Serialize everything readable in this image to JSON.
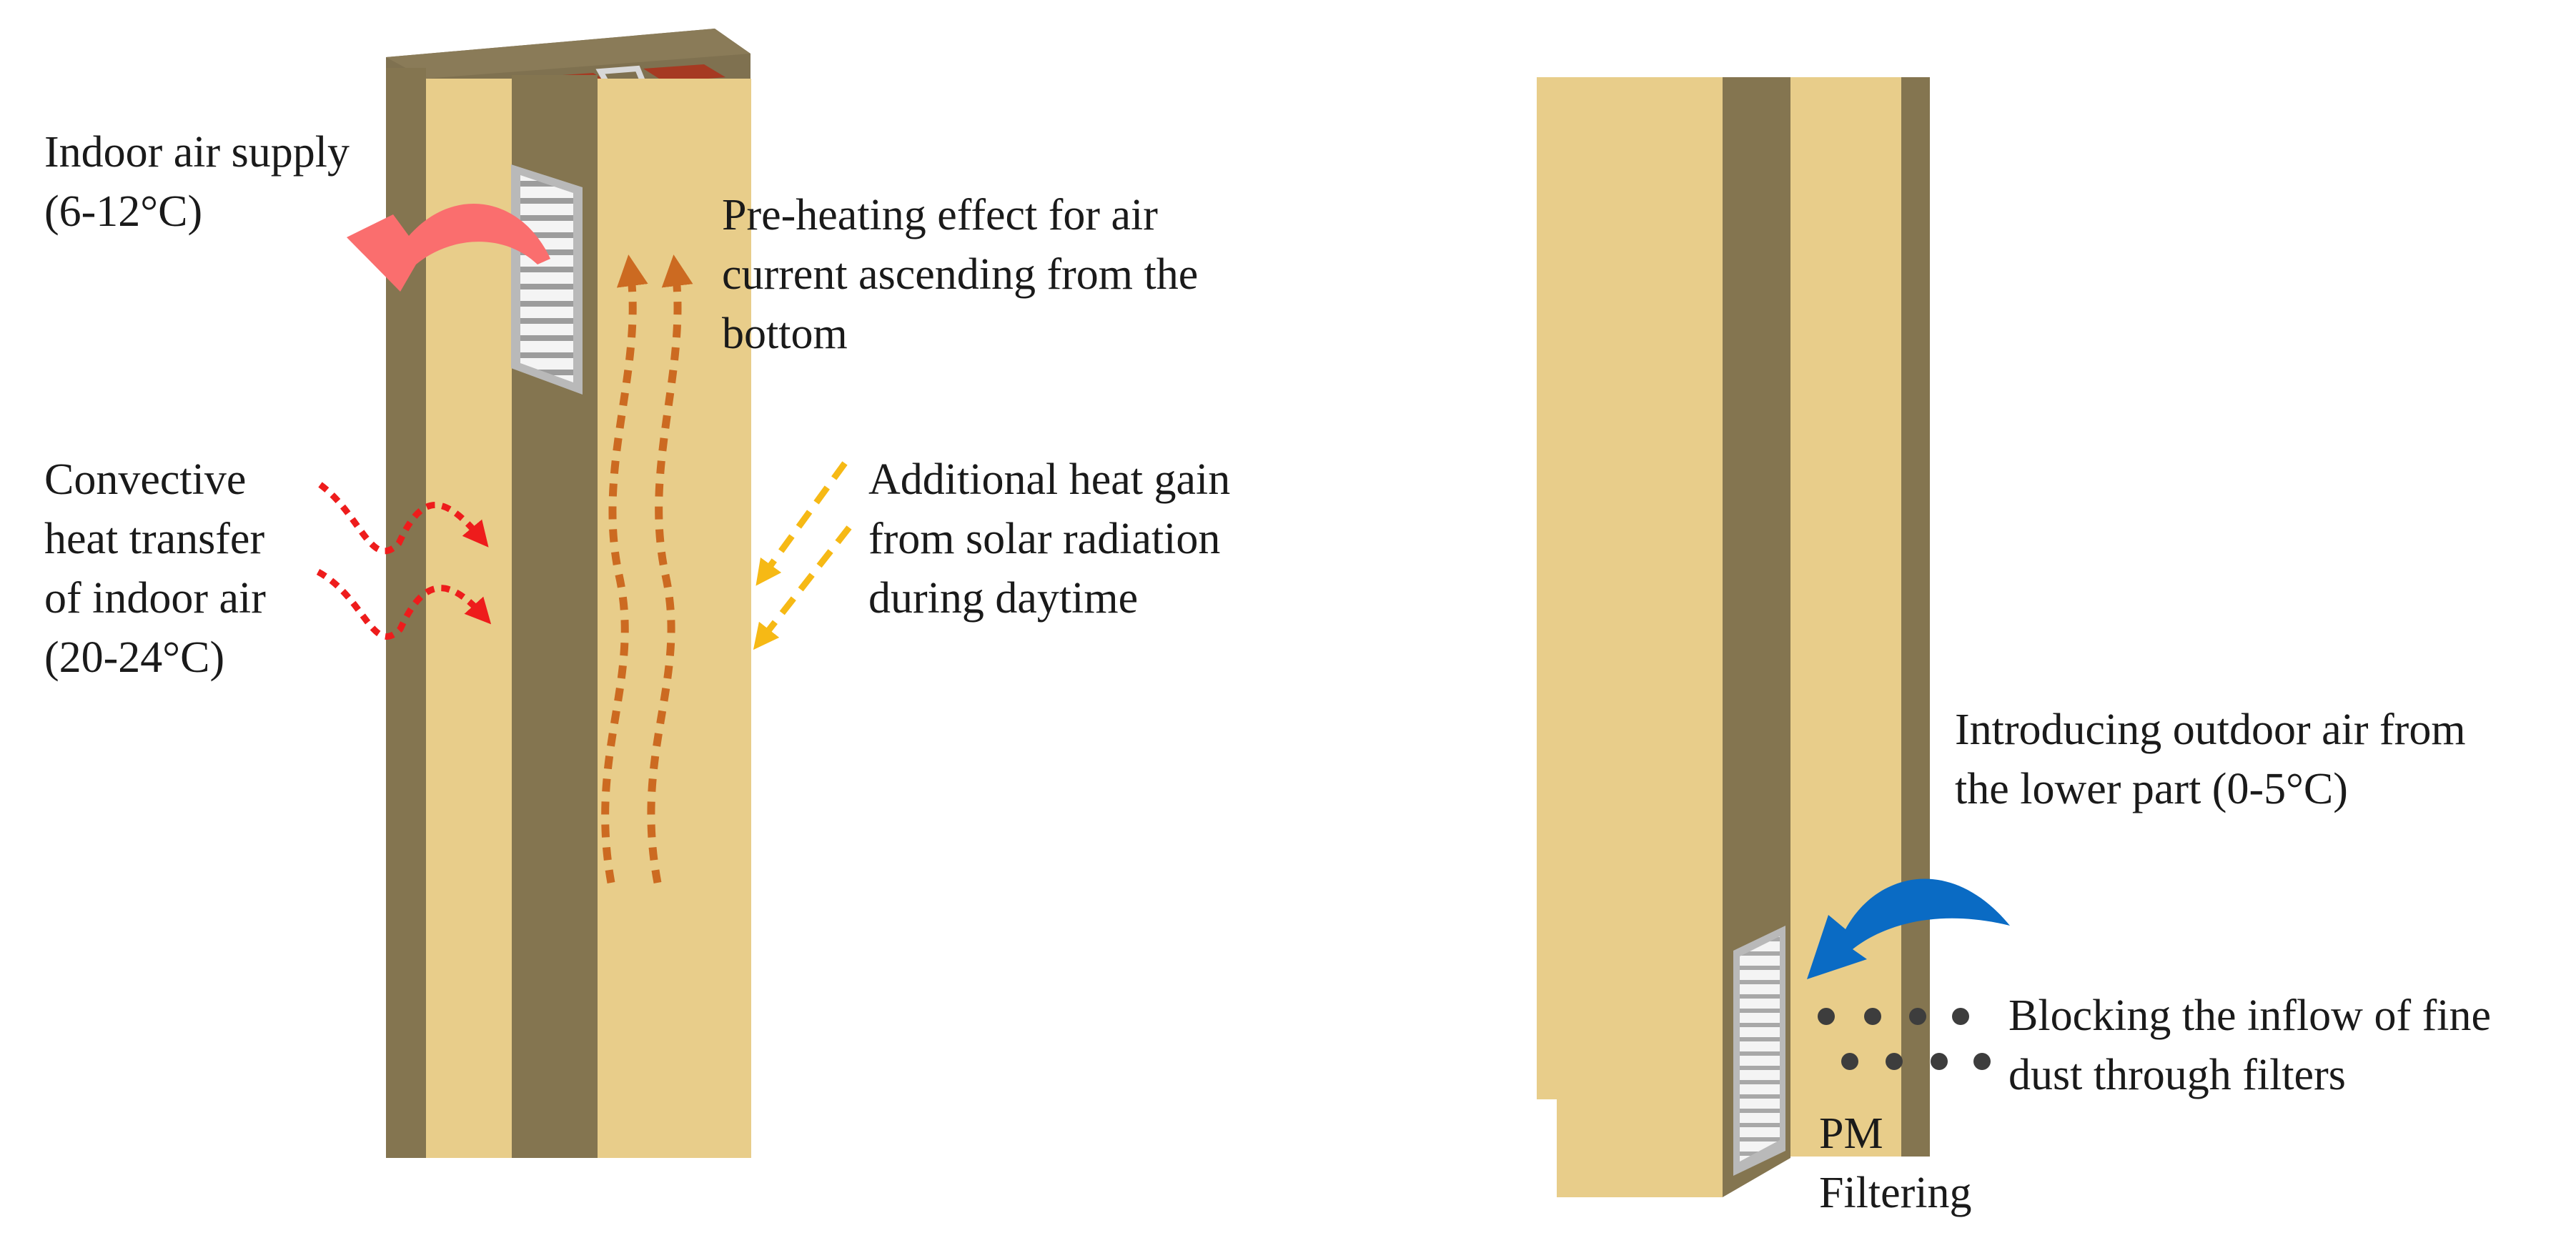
{
  "labels": {
    "indoor_supply": "Indoor air supply\n(6-12°C)",
    "preheating": "Pre-heating effect for air\ncurrent ascending from the\nbottom",
    "convective": "Convective\nheat transfer\nof indoor air\n(20-24°C)",
    "solar": "Additional heat gain\nfrom solar radiation\nduring daytime",
    "outdoor_intake": "Introducing outdoor air from\nthe lower part (0-5°C)",
    "dust_blocking": "Blocking the inflow of fine\ndust through filters",
    "pm_filtering": "PM\nFiltering"
  },
  "colors": {
    "wall_light": "#e8cd8a",
    "wall_dark": "#847550",
    "wall_top": "#7f7150",
    "slot_red": "#a63a22",
    "supply_arrow": "#fa6e6e",
    "intake_arrow": "#0a6bc4",
    "preheat_arrow": "#cc6a21",
    "convective_arrow": "#ee1c1c",
    "solar_arrow": "#f6b915",
    "dust_dot": "#3d3d3d"
  }
}
